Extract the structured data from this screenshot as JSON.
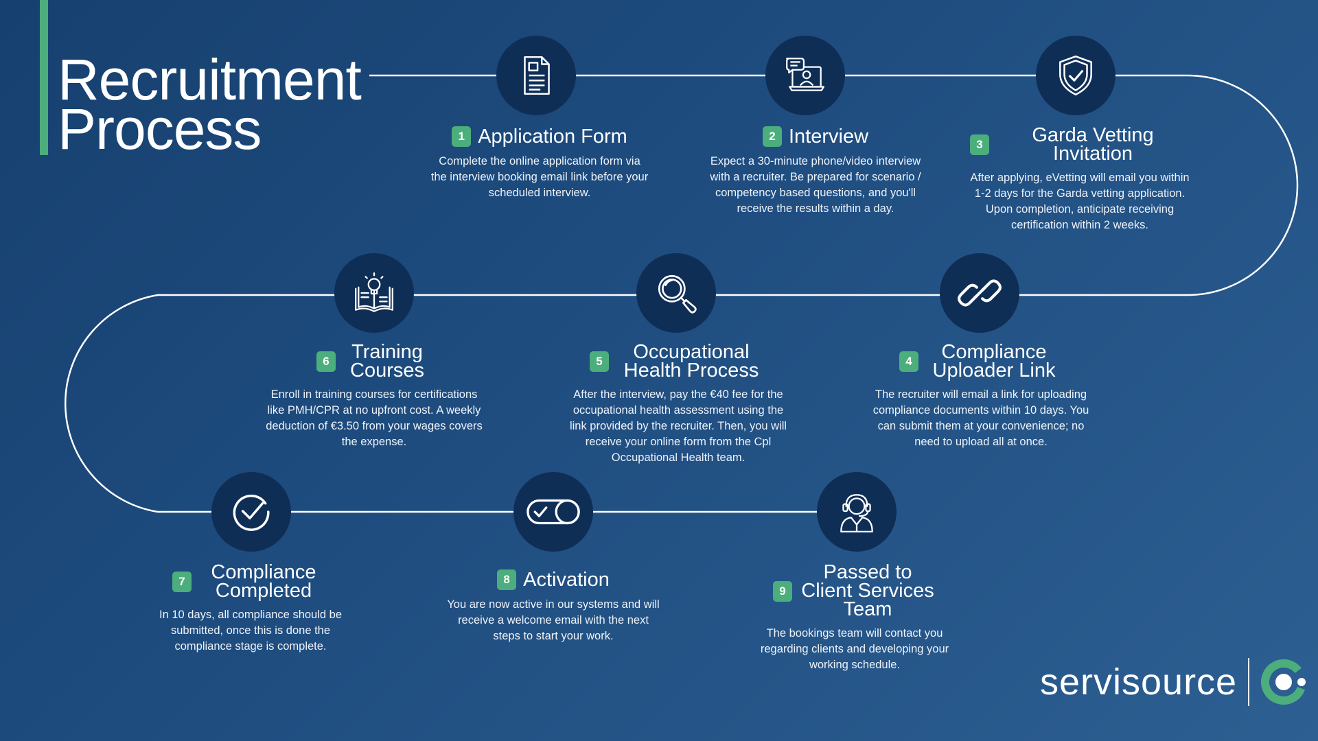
{
  "title": {
    "line1": "Recruitment",
    "line2": "Process"
  },
  "colors": {
    "accent": "#4cae7c",
    "circle": "#0f2e56",
    "path": "#ffffff"
  },
  "steps": [
    {
      "number": "1",
      "title": "Application Form",
      "icon": "document-icon",
      "description": "Complete the online application form via the interview booking email link before your scheduled interview."
    },
    {
      "number": "2",
      "title": "Interview",
      "icon": "video-interview-icon",
      "description": "Expect a 30-minute phone/video interview with a recruiter. Be prepared for scenario / competency based questions, and you'll receive the results within a day."
    },
    {
      "number": "3",
      "title": "Garda Vetting Invitation",
      "icon": "shield-check-icon",
      "description": "After applying, eVetting will email you within 1-2 days for the Garda vetting application. Upon completion, anticipate receiving certification within 2 weeks."
    },
    {
      "number": "4",
      "title": "Compliance Uploader Link",
      "icon": "link-icon",
      "description": "The recruiter will email a link for uploading compliance documents within 10 days. You can submit them at your convenience; no need to upload all at once."
    },
    {
      "number": "5",
      "title": "Occupational Health Process",
      "icon": "magnifier-icon",
      "description": "After the interview, pay the €40 fee for the occupational health assessment using the link provided by the recruiter. Then, you will receive your online form from the Cpl Occupational Health team."
    },
    {
      "number": "6",
      "title": "Training Courses",
      "icon": "book-lightbulb-icon",
      "description": "Enroll in training courses for certifications like PMH/CPR at no upfront cost. A weekly deduction of €3.50 from your wages covers the expense."
    },
    {
      "number": "7",
      "title": "Compliance Completed",
      "icon": "check-circle-icon",
      "description": "In 10 days, all compliance should be submitted, once this is done the compliance stage is complete."
    },
    {
      "number": "8",
      "title": "Activation",
      "icon": "toggle-icon",
      "description": "You are now active in our systems and will receive a welcome email with the next steps to start your work."
    },
    {
      "number": "9",
      "title": "Passed to Client Services Team",
      "icon": "headset-agent-icon",
      "description": "The bookings team will contact you regarding clients and developing your working schedule."
    }
  ],
  "logo": {
    "text": "servisource",
    "icon": "servisource-logo-icon"
  }
}
